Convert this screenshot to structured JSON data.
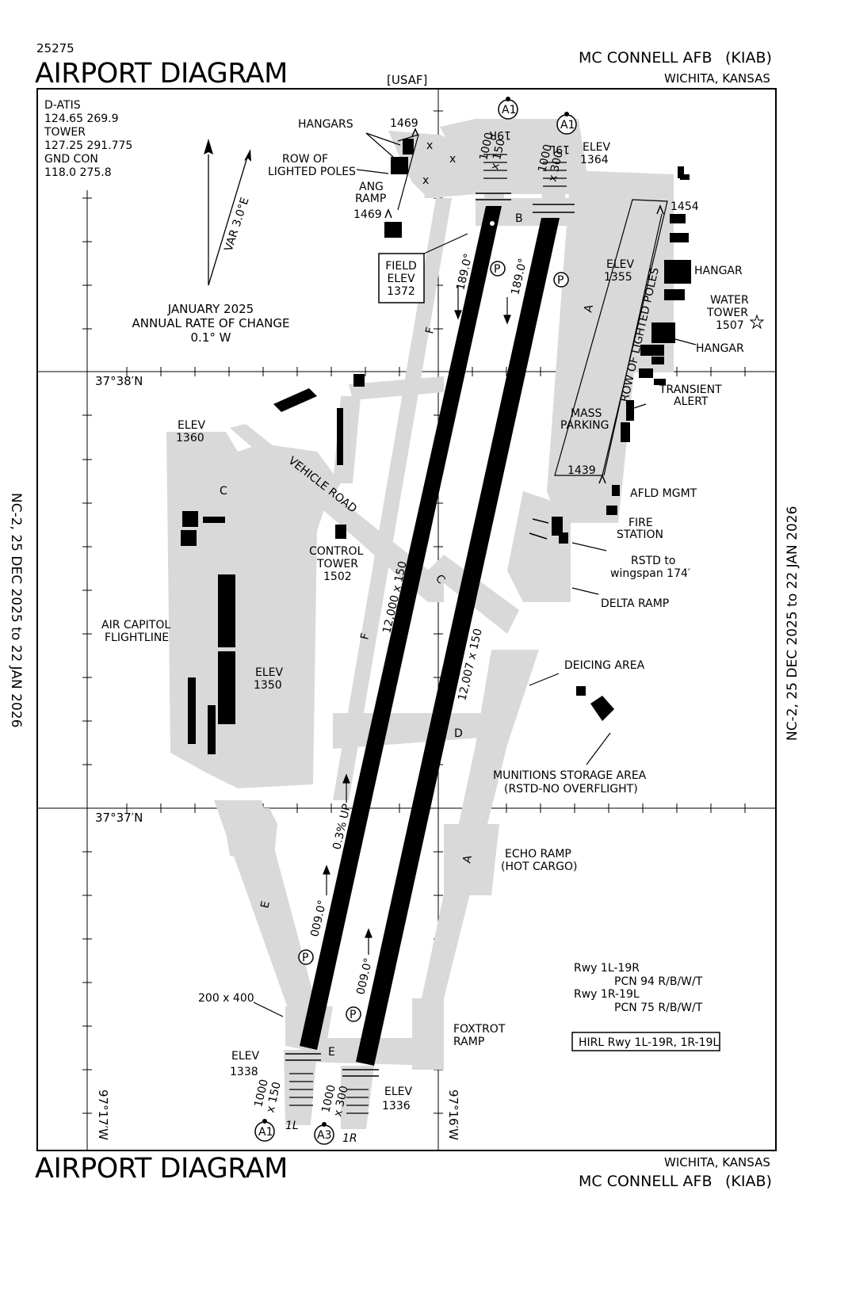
{
  "header": {
    "chart_number": "25275",
    "title": "AIRPORT DIAGRAM",
    "usaf": "[USAF]",
    "airport": "MC CONNELL AFB",
    "ident": "(KIAB)",
    "city": "WICHITA, KANSAS"
  },
  "footer": {
    "title": "AIRPORT DIAGRAM",
    "city": "WICHITA, KANSAS",
    "airport": "MC CONNELL AFB",
    "ident": "(KIAB)"
  },
  "validity": "NC-2,  25 DEC 2025  to  22 JAN 2026",
  "frequencies": [
    "D-ATIS",
    "124.65  269.9",
    "TOWER",
    "127.25  291.775",
    "GND CON",
    "118.0  275.8"
  ],
  "variation": {
    "var": "VAR 3.0°E",
    "epoch": "JANUARY 2025",
    "rate_label": "ANNUAL RATE OF CHANGE",
    "rate": "0.1° W"
  },
  "grid": {
    "lat_north": "37°38′N",
    "lat_south": "37°37′N",
    "lon_west": "97°17′W",
    "lon_east": "97°16′W"
  },
  "runways": {
    "r1l_19r": {
      "dims": "12,000 x 150",
      "hdg_n": "009.0°",
      "hdg_s": "189.0°",
      "end_s": "1L",
      "end_n": "19R",
      "thr_s": "1000\nx 150",
      "thr_n": "1000\nx 150"
    },
    "r1r_19l": {
      "dims": "12,007 x 150",
      "hdg_n": "009.0°",
      "hdg_s": "189.0°",
      "end_s": "1R",
      "end_n": "19L",
      "thr_s": "1000\nx 300",
      "thr_n": "1000\nx 300"
    },
    "gradient": "0.3% UP",
    "pad": "200 x 400",
    "pcn": [
      "Rwy 1L-19R",
      "PCN 94 R/B/W/T",
      "Rwy 1R-19L",
      "PCN 75 R/B/W/T"
    ],
    "lighting": "HIRL Rwy 1L-19R, 1R-19L"
  },
  "labels": {
    "hangars": "HANGARS",
    "hangar": "HANGAR",
    "row_poles": "ROW OF\nLIGHTED POLES",
    "row_poles_long": "ROW OF LIGHTED POLES",
    "ang_ramp": "ANG\nRAMP",
    "field_elev": "FIELD\nELEV\n1372",
    "elev_1364": "ELEV\n1364",
    "elev_1355": "ELEV\n1355",
    "elev_1360": "ELEV\n1360",
    "elev_1350": "ELEV\n1350",
    "elev_1338": "ELEV\n1338",
    "elev_1336": "ELEV\n1336",
    "obst_1469": "1469",
    "obst_1454": "1454",
    "obst_1439": "1439",
    "water_tower": "WATER\nTOWER\n1507",
    "transient": "TRANSIENT\nALERT",
    "mass_parking": "MASS\nPARKING",
    "afld_mgmt": "AFLD MGMT",
    "fire_station": "FIRE\nSTATION",
    "rstd": "RSTD to\nwingspan 174′",
    "delta_ramp": "DELTA RAMP",
    "deicing": "DEICING AREA",
    "munitions": "MUNITIONS STORAGE AREA\n(RSTD-NO OVERFLIGHT)",
    "vehicle_road": "VEHICLE ROAD",
    "control_tower": "CONTROL\nTOWER\n1502",
    "air_capitol": "AIR CAPITOL\nFLIGHTLINE",
    "echo_ramp": "ECHO RAMP\n(HOT CARGO)",
    "foxtrot_ramp": "FOXTROT\nRAMP"
  },
  "taxiways": {
    "a": "A",
    "b": "B",
    "c": "C",
    "d": "D",
    "e": "E",
    "f": "F",
    "p": "P"
  },
  "approach_lights": {
    "a1": "A1",
    "a3": "A3"
  }
}
